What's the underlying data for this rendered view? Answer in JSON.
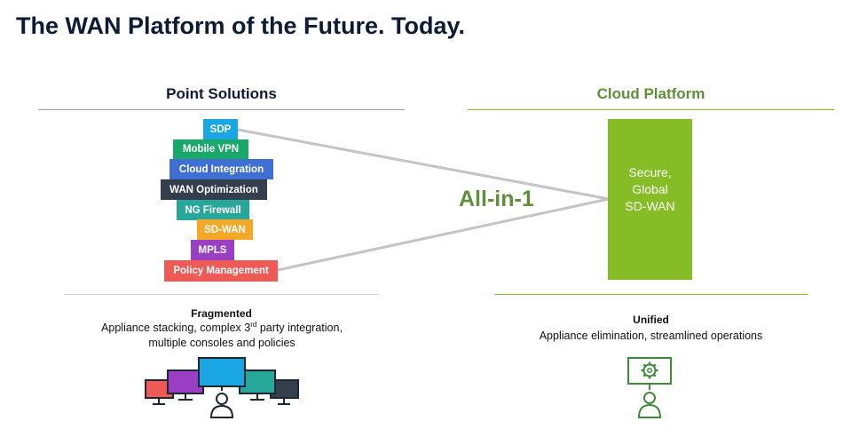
{
  "title": "The WAN Platform of the Future. Today.",
  "left": {
    "heading": "Point Solutions",
    "stack": [
      {
        "label": "SDP",
        "color": "#1aa6e3"
      },
      {
        "label": "Mobile VPN",
        "color": "#1aa86a"
      },
      {
        "label": "Cloud Integration",
        "color": "#3f6fd0"
      },
      {
        "label": "WAN Optimization",
        "color": "#343e4c"
      },
      {
        "label": "NG Firewall",
        "color": "#27a79a"
      },
      {
        "label": "SD-WAN",
        "color": "#f4a828"
      },
      {
        "label": "MPLS",
        "color": "#9a3fc4"
      },
      {
        "label": "Policy Management",
        "color": "#ee5a56"
      }
    ],
    "caption_title": "Fragmented",
    "caption_line1_pre": "Appliance stacking, complex 3",
    "caption_line1_sup": "rd",
    "caption_line1_post": " party integration,",
    "caption_line2": "multiple consoles and policies"
  },
  "middle": {
    "label": "All-in-1"
  },
  "right": {
    "heading": "Cloud Platform",
    "box_lines": [
      "Secure,",
      "Global",
      "SD-WAN"
    ],
    "caption_title": "Unified",
    "caption_body": "Appliance elimination, streamlined operations"
  },
  "colors": {
    "navy": "#0d1b33",
    "green": "#86bc25",
    "green_text": "#5f8f3a",
    "connector_gray": "#c4c4c4"
  },
  "icons": {
    "left": "multi-monitor-user-icon",
    "right": "gear-monitor-user-icon"
  }
}
